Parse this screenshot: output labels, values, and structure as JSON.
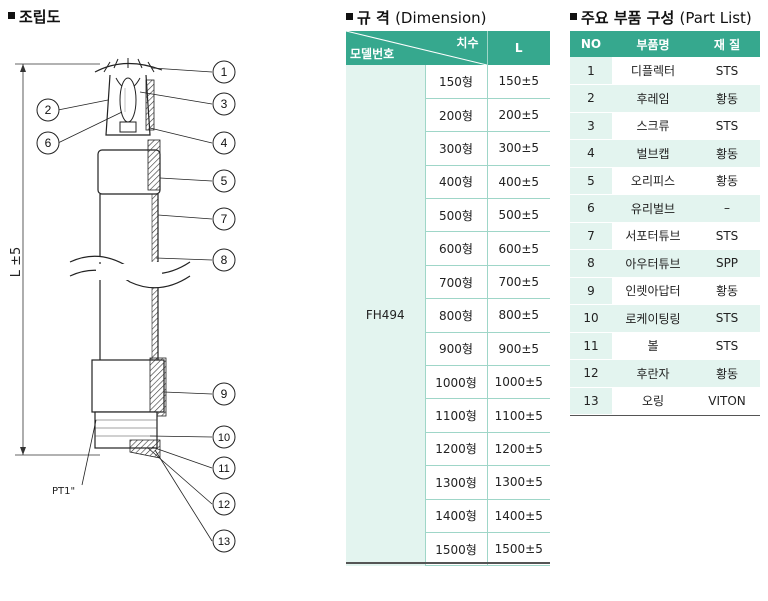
{
  "assembly": {
    "title": "조립도",
    "dimension_label": "L ±5",
    "thread_label": "PT1\""
  },
  "callouts": [
    "1",
    "2",
    "3",
    "4",
    "5",
    "6",
    "7",
    "8",
    "9",
    "10",
    "11",
    "12",
    "13"
  ],
  "dimension": {
    "title_main": "규 격",
    "title_paren": "(Dimension)",
    "header_model": "모델번호",
    "header_size": "치수",
    "header_length": "L",
    "model": "FH494",
    "rows": [
      {
        "size": "150형",
        "length": "150±5"
      },
      {
        "size": "200형",
        "length": "200±5"
      },
      {
        "size": "300형",
        "length": "300±5"
      },
      {
        "size": "400형",
        "length": "400±5"
      },
      {
        "size": "500형",
        "length": "500±5"
      },
      {
        "size": "600형",
        "length": "600±5"
      },
      {
        "size": "700형",
        "length": "700±5"
      },
      {
        "size": "800형",
        "length": "800±5"
      },
      {
        "size": "900형",
        "length": "900±5"
      },
      {
        "size": "1000형",
        "length": "1000±5"
      },
      {
        "size": "1100형",
        "length": "1100±5"
      },
      {
        "size": "1200형",
        "length": "1200±5"
      },
      {
        "size": "1300형",
        "length": "1300±5"
      },
      {
        "size": "1400형",
        "length": "1400±5"
      },
      {
        "size": "1500형",
        "length": "1500±5"
      }
    ]
  },
  "parts": {
    "title_main": "주요 부품 구성",
    "title_paren": "(Part List)",
    "headers": {
      "no": "NO",
      "name": "부품명",
      "material": "재 질"
    },
    "rows": [
      {
        "no": "1",
        "name": "디플렉터",
        "material": "STS"
      },
      {
        "no": "2",
        "name": "후레임",
        "material": "황동"
      },
      {
        "no": "3",
        "name": "스크류",
        "material": "STS"
      },
      {
        "no": "4",
        "name": "벌브캡",
        "material": "황동"
      },
      {
        "no": "5",
        "name": "오리피스",
        "material": "황동"
      },
      {
        "no": "6",
        "name": "유리벌브",
        "material": "–"
      },
      {
        "no": "7",
        "name": "서포터튜브",
        "material": "STS"
      },
      {
        "no": "8",
        "name": "아우터튜브",
        "material": "SPP"
      },
      {
        "no": "9",
        "name": "인렛아답터",
        "material": "황동"
      },
      {
        "no": "10",
        "name": "로케이팅링",
        "material": "STS"
      },
      {
        "no": "11",
        "name": "볼",
        "material": "STS"
      },
      {
        "no": "12",
        "name": "후란자",
        "material": "황동"
      },
      {
        "no": "13",
        "name": "오링",
        "material": "VITON"
      }
    ]
  }
}
